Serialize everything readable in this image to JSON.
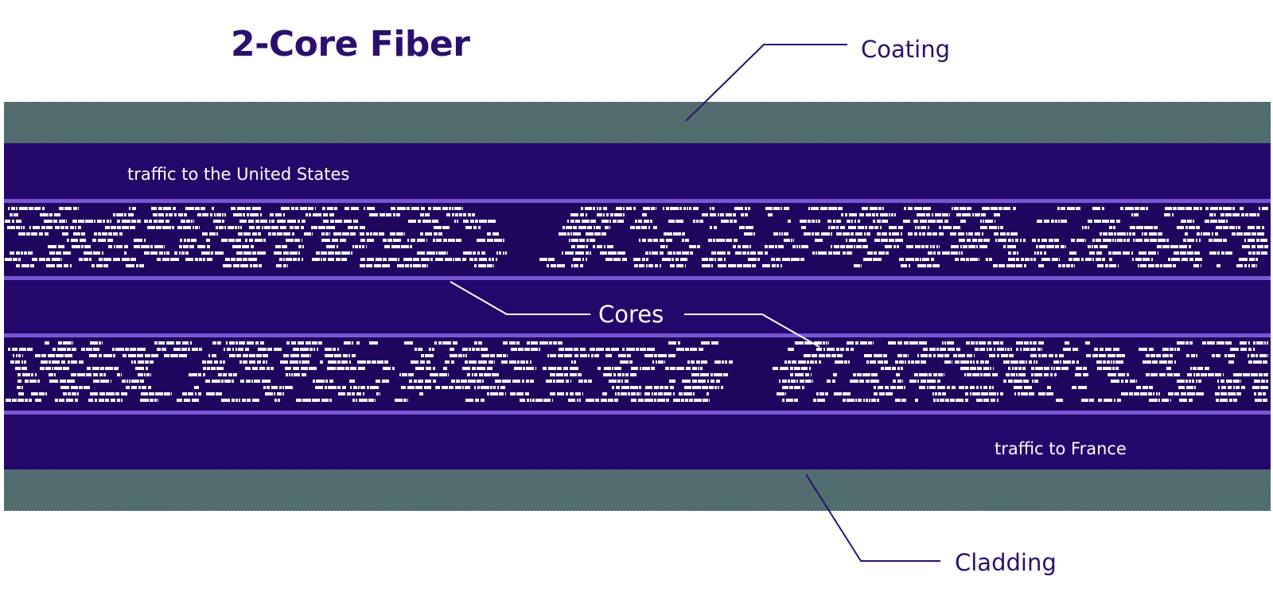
{
  "title": "2-Core Fiber",
  "labels": {
    "coating": "Coating",
    "cladding": "Cladding",
    "cores": "Cores",
    "core_top": "traffic to the United States",
    "core_bottom": "traffic to France"
  },
  "colors": {
    "title": "#2b0f6e",
    "cladding": "#24076b",
    "core_edge": "#7a56d6",
    "coating": "#4d6a6e",
    "data_bits": "#ffffff",
    "leader": "#2b0f6e"
  }
}
